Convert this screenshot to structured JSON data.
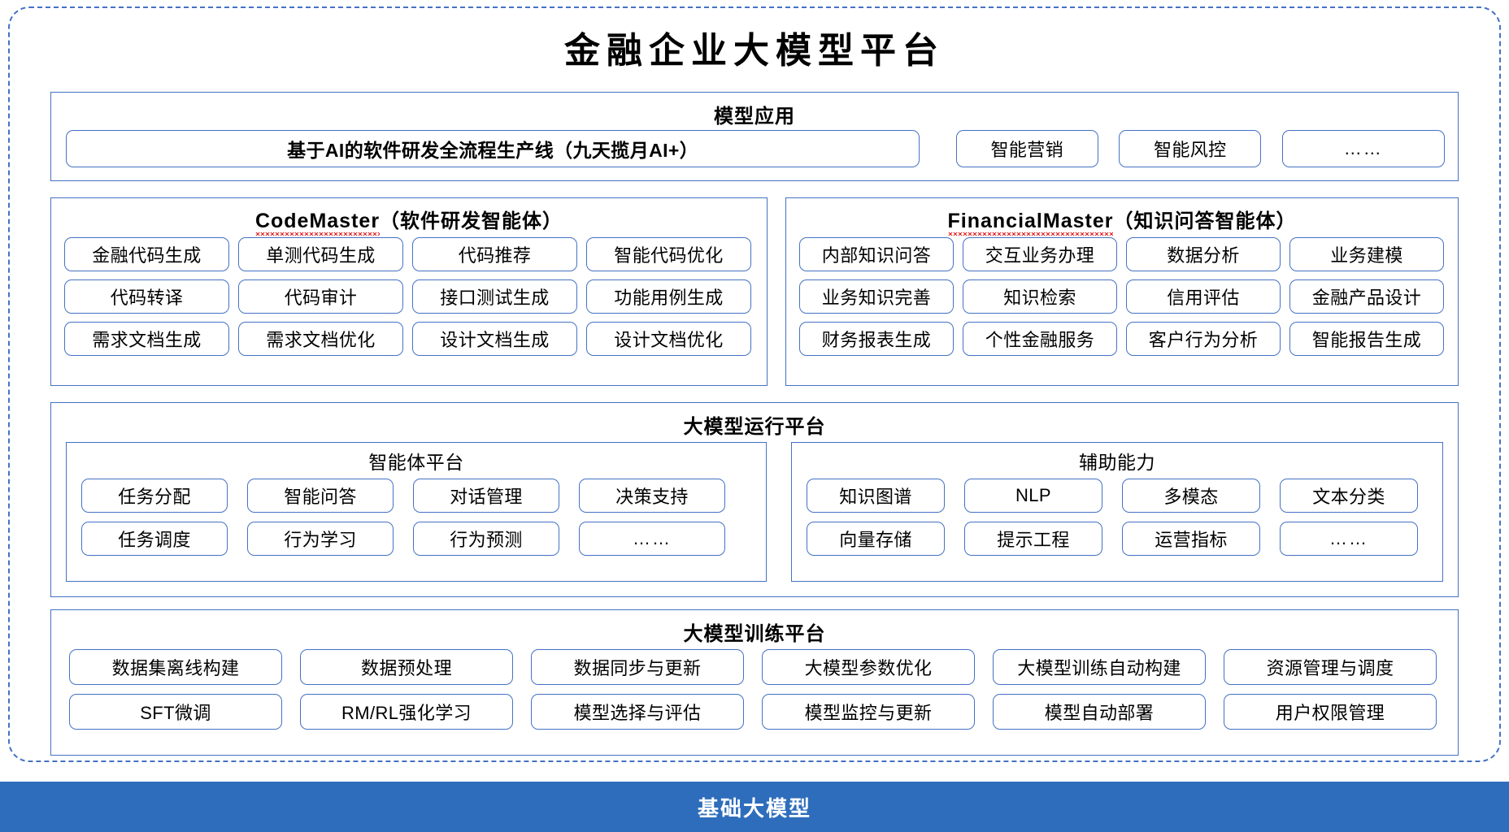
{
  "page": {
    "title": "金融企业大模型平台",
    "accent_color": "#4472C4",
    "base_bar_color": "#2E6DBC",
    "spellcheck_underline_color": "#E02020"
  },
  "model_application": {
    "title": "模型应用",
    "items": [
      "基于AI的软件研发全流程生产线（九天揽月AI+）",
      "智能营销",
      "智能风控",
      "……"
    ]
  },
  "code_master": {
    "title_name": "CodeMaster",
    "title_suffix": "（软件研发智能体）",
    "rows": [
      [
        "金融代码生成",
        "单测代码生成",
        "代码推荐",
        "智能代码优化"
      ],
      [
        "代码转译",
        "代码审计",
        "接口测试生成",
        "功能用例生成"
      ],
      [
        "需求文档生成",
        "需求文档优化",
        "设计文档生成",
        "设计文档优化"
      ]
    ]
  },
  "financial_master": {
    "title_name": "FinancialMaster",
    "title_suffix": "（知识问答智能体）",
    "rows": [
      [
        "内部知识问答",
        "交互业务办理",
        "数据分析",
        "业务建模"
      ],
      [
        "业务知识完善",
        "知识检索",
        "信用评估",
        "金融产品设计"
      ],
      [
        "财务报表生成",
        "个性金融服务",
        "客户行为分析",
        "智能报告生成"
      ]
    ]
  },
  "runtime_platform": {
    "title": "大模型运行平台",
    "agent_platform": {
      "title": "智能体平台",
      "rows": [
        [
          "任务分配",
          "智能问答",
          "对话管理",
          "决策支持"
        ],
        [
          "任务调度",
          "行为学习",
          "行为预测",
          "……"
        ]
      ]
    },
    "auxiliary_capability": {
      "title": "辅助能力",
      "rows": [
        [
          "知识图谱",
          "NLP",
          "多模态",
          "文本分类"
        ],
        [
          "向量存储",
          "提示工程",
          "运营指标",
          "……"
        ]
      ]
    }
  },
  "training_platform": {
    "title": "大模型训练平台",
    "rows": [
      [
        "数据集离线构建",
        "数据预处理",
        "数据同步与更新",
        "大模型参数优化",
        "大模型训练自动构建",
        "资源管理与调度"
      ],
      [
        "SFT微调",
        "RM/RL强化学习",
        "模型选择与评估",
        "模型监控与更新",
        "模型自动部署",
        "用户权限管理"
      ]
    ]
  },
  "base_model": {
    "label": "基础大模型"
  }
}
